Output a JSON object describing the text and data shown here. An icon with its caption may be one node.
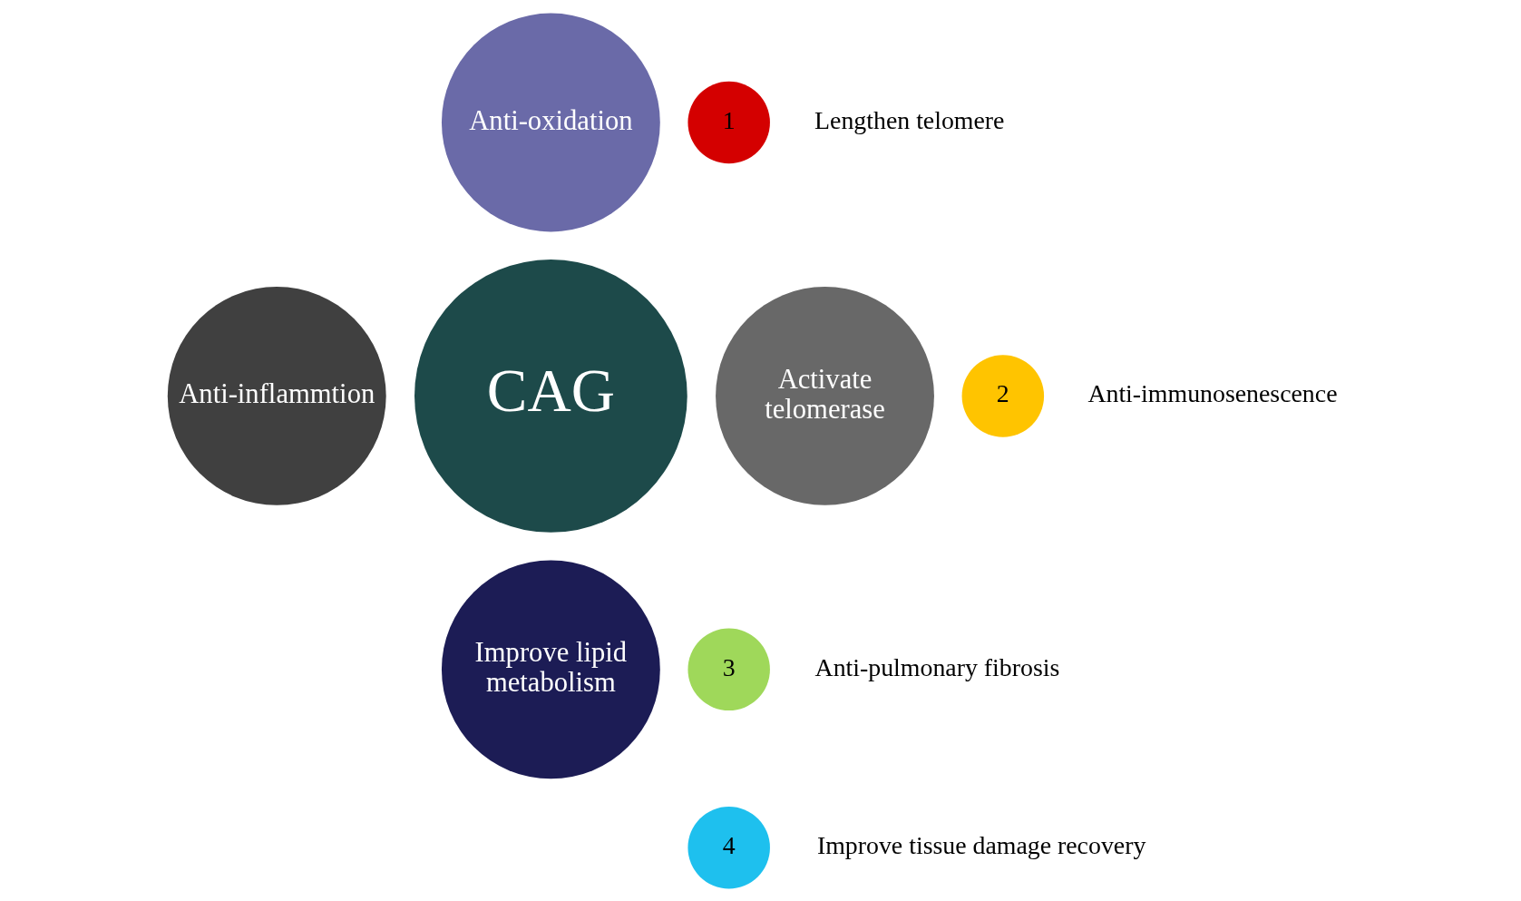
{
  "diagram": {
    "nodes": [
      {
        "text": [
          "Anti-oxidation"
        ]
      },
      {
        "text": [
          "Anti-inflammtion"
        ]
      },
      {
        "text": [
          "CAG"
        ]
      },
      {
        "text": [
          "Activate telomerase"
        ]
      },
      {
        "text": [
          "Improve lipid metabolism"
        ]
      },
      {
        "text": [
          "1"
        ],
        "beside": [
          "Lengthen telomere"
        ]
      },
      {
        "text": [
          "2"
        ],
        "beside": [
          "Anti-immunosenescence"
        ]
      },
      {
        "text": [
          "3"
        ],
        "beside": [
          "Anti-pulmonary fibrosis"
        ]
      },
      {
        "text": [
          "4"
        ],
        "beside": [
          "Improve tissue damage recovery"
        ]
      }
    ],
    "edges": []
  }
}
